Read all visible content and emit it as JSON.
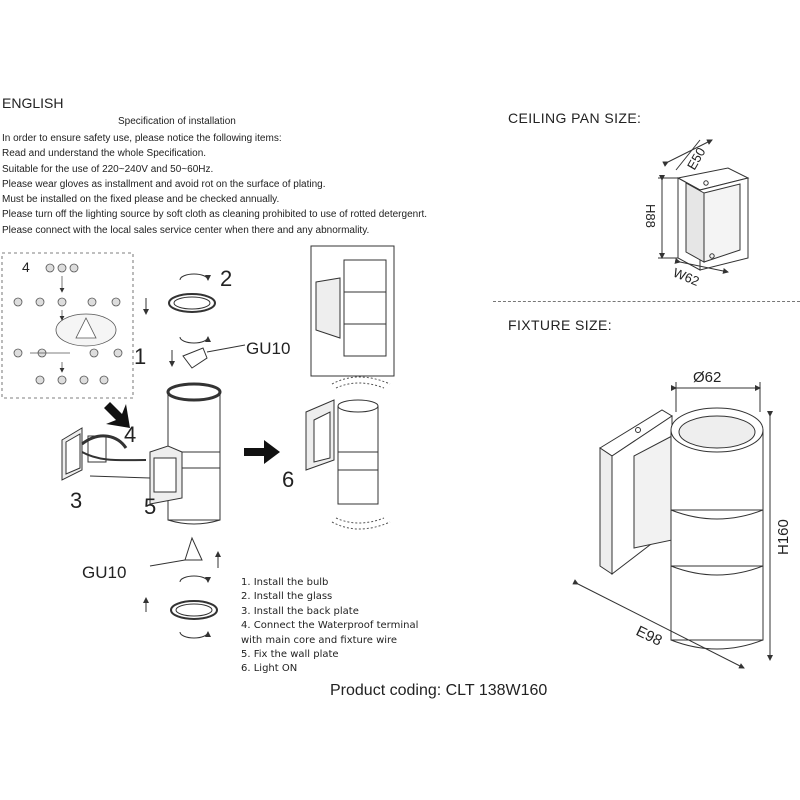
{
  "header": {
    "language": "ENGLISH",
    "spec_title": "Specification of installation"
  },
  "intro_lines": [
    "In order to ensure safety use, please notice the following items:",
    "Read and understand the whole Specification.",
    "Suitable for the use of 220~240V and 50~60Hz.",
    "Please wear gloves as installment and avoid rot on the surface of plating.",
    "Must be installed on the fixed please and be checked annually.",
    "Please turn off the lighting source by soft cloth as cleaning prohibited to use of rotted detergenrt.",
    "Please connect with the local sales service center when there and any abnormality."
  ],
  "ceiling_pan": {
    "title": "CEILING PAN SIZE:",
    "dims": {
      "depth": "E50",
      "height": "H88",
      "width": "W62"
    }
  },
  "fixture": {
    "title": "FIXTURE SIZE:",
    "dims": {
      "diameter": "Ø62",
      "height": "H160",
      "depth": "E98"
    }
  },
  "diagram_labels": {
    "step_1": "1",
    "step_2": "2",
    "step_3": "3",
    "step_4_inset": "4",
    "step_4": "4",
    "step_5": "5",
    "step_6": "6",
    "bulb_top": "GU10",
    "bulb_bottom": "GU10"
  },
  "steps": [
    "1. Install the bulb",
    "2. Install the glass",
    "3. Install the back plate",
    "4. Connect the Waterproof terminal",
    "with main core and fixture wire",
    "5. Fix the wall plate",
    "6. Light ON"
  ],
  "product_coding": "Product coding: CLT 138W160",
  "colors": {
    "ink": "#222222",
    "line": "#333333",
    "paper": "#ffffff",
    "shade": "#d9d9d9"
  }
}
